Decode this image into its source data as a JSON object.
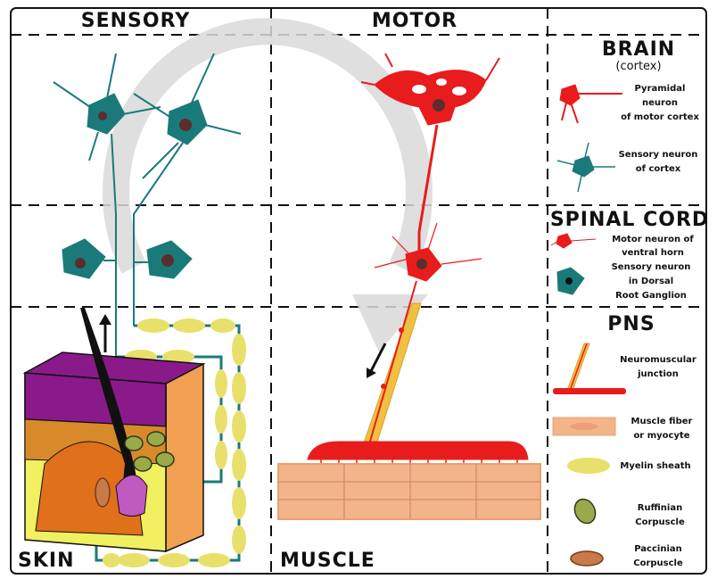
{
  "headers": {
    "sensory": "SENSORY",
    "motor": "MOTOR",
    "brain": "BRAIN",
    "cortex": "(cortex)",
    "spinal_cord": "SPINAL CORD",
    "pns": "PNS",
    "skin": "SKIN",
    "muscle": "MUSCLE"
  },
  "legend": {
    "pyramidal": [
      "Pyramidal",
      "neuron",
      "of motor cortex"
    ],
    "sensory_cortex": [
      "Sensory neuron",
      "of cortex"
    ],
    "motor_ventral": [
      "Motor neuron of",
      "ventral horn"
    ],
    "sensory_dorsal": [
      "Sensory neuron",
      "in Dorsal",
      "Root Ganglion"
    ],
    "neuromuscular": [
      "Neuromuscular",
      "junction"
    ],
    "muscle_fiber": [
      "Muscle fiber",
      "or myocyte"
    ],
    "myelin": [
      "Myelin sheath"
    ],
    "ruffinian": [
      "Ruffinian",
      "Corpuscle"
    ],
    "paccinian": [
      "Paccinian",
      "Corpuscle"
    ]
  },
  "colors": {
    "sensory": "#1a7a7a",
    "motor": "#e81c1c",
    "myelin": "#e8e06a",
    "muscle": "#f4b48a",
    "skin_purple": "#8a1a8a",
    "skin_orange": "#e0701a",
    "skin_yellow": "#f0f060"
  }
}
